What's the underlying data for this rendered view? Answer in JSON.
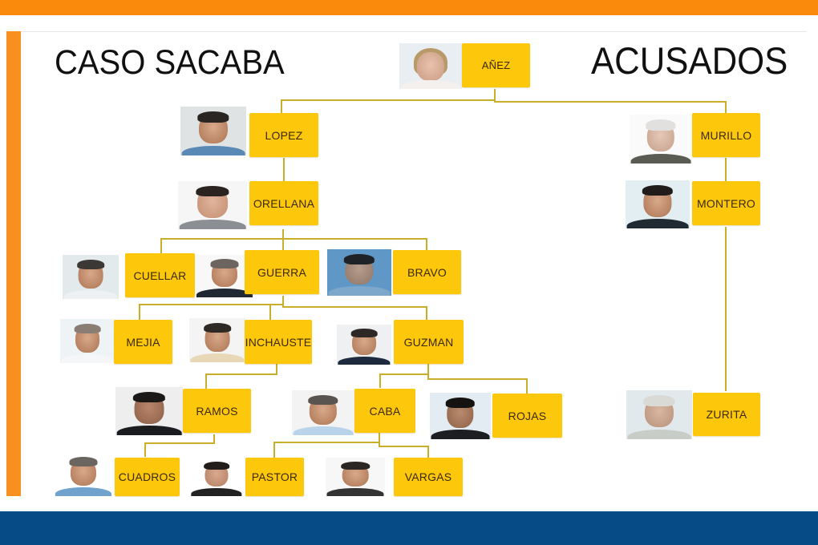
{
  "header": {
    "title_left": "CASO SACABA",
    "title_right": "ACUSADOS"
  },
  "colors": {
    "top_bar": "#f98a0c",
    "bottom_bar": "#064a86",
    "accent_stripe": "#f98f1f",
    "node_fill": "#fdc70c",
    "connector": "#c9ae2a"
  },
  "nodes": {
    "anez": {
      "label": "AÑEZ",
      "parent": null
    },
    "lopez": {
      "label": "LOPEZ",
      "parent": "anez"
    },
    "murillo": {
      "label": "MURILLO",
      "parent": "anez"
    },
    "orellana": {
      "label": "ORELLANA",
      "parent": "lopez"
    },
    "montero": {
      "label": "MONTERO",
      "parent": "murillo"
    },
    "cuellar": {
      "label": "CUELLAR",
      "parent": "orellana"
    },
    "guerra": {
      "label": "GUERRA",
      "parent": "orellana"
    },
    "bravo": {
      "label": "BRAVO",
      "parent": "orellana"
    },
    "mejia": {
      "label": "MEJIA",
      "parent": "guerra"
    },
    "inchauste": {
      "label": "INCHAUSTE",
      "parent": "guerra"
    },
    "guzman": {
      "label": "GUZMAN",
      "parent": "guerra"
    },
    "ramos": {
      "label": "RAMOS",
      "parent": "inchauste"
    },
    "caba": {
      "label": "CABA",
      "parent": "guzman"
    },
    "rojas": {
      "label": "ROJAS",
      "parent": "guzman"
    },
    "zurita": {
      "label": "ZURITA",
      "parent": "montero"
    },
    "cuadros": {
      "label": "CUADROS",
      "parent": "ramos"
    },
    "pastor": {
      "label": "PASTOR",
      "parent": "caba"
    },
    "vargas": {
      "label": "VARGAS",
      "parent": "caba"
    }
  }
}
